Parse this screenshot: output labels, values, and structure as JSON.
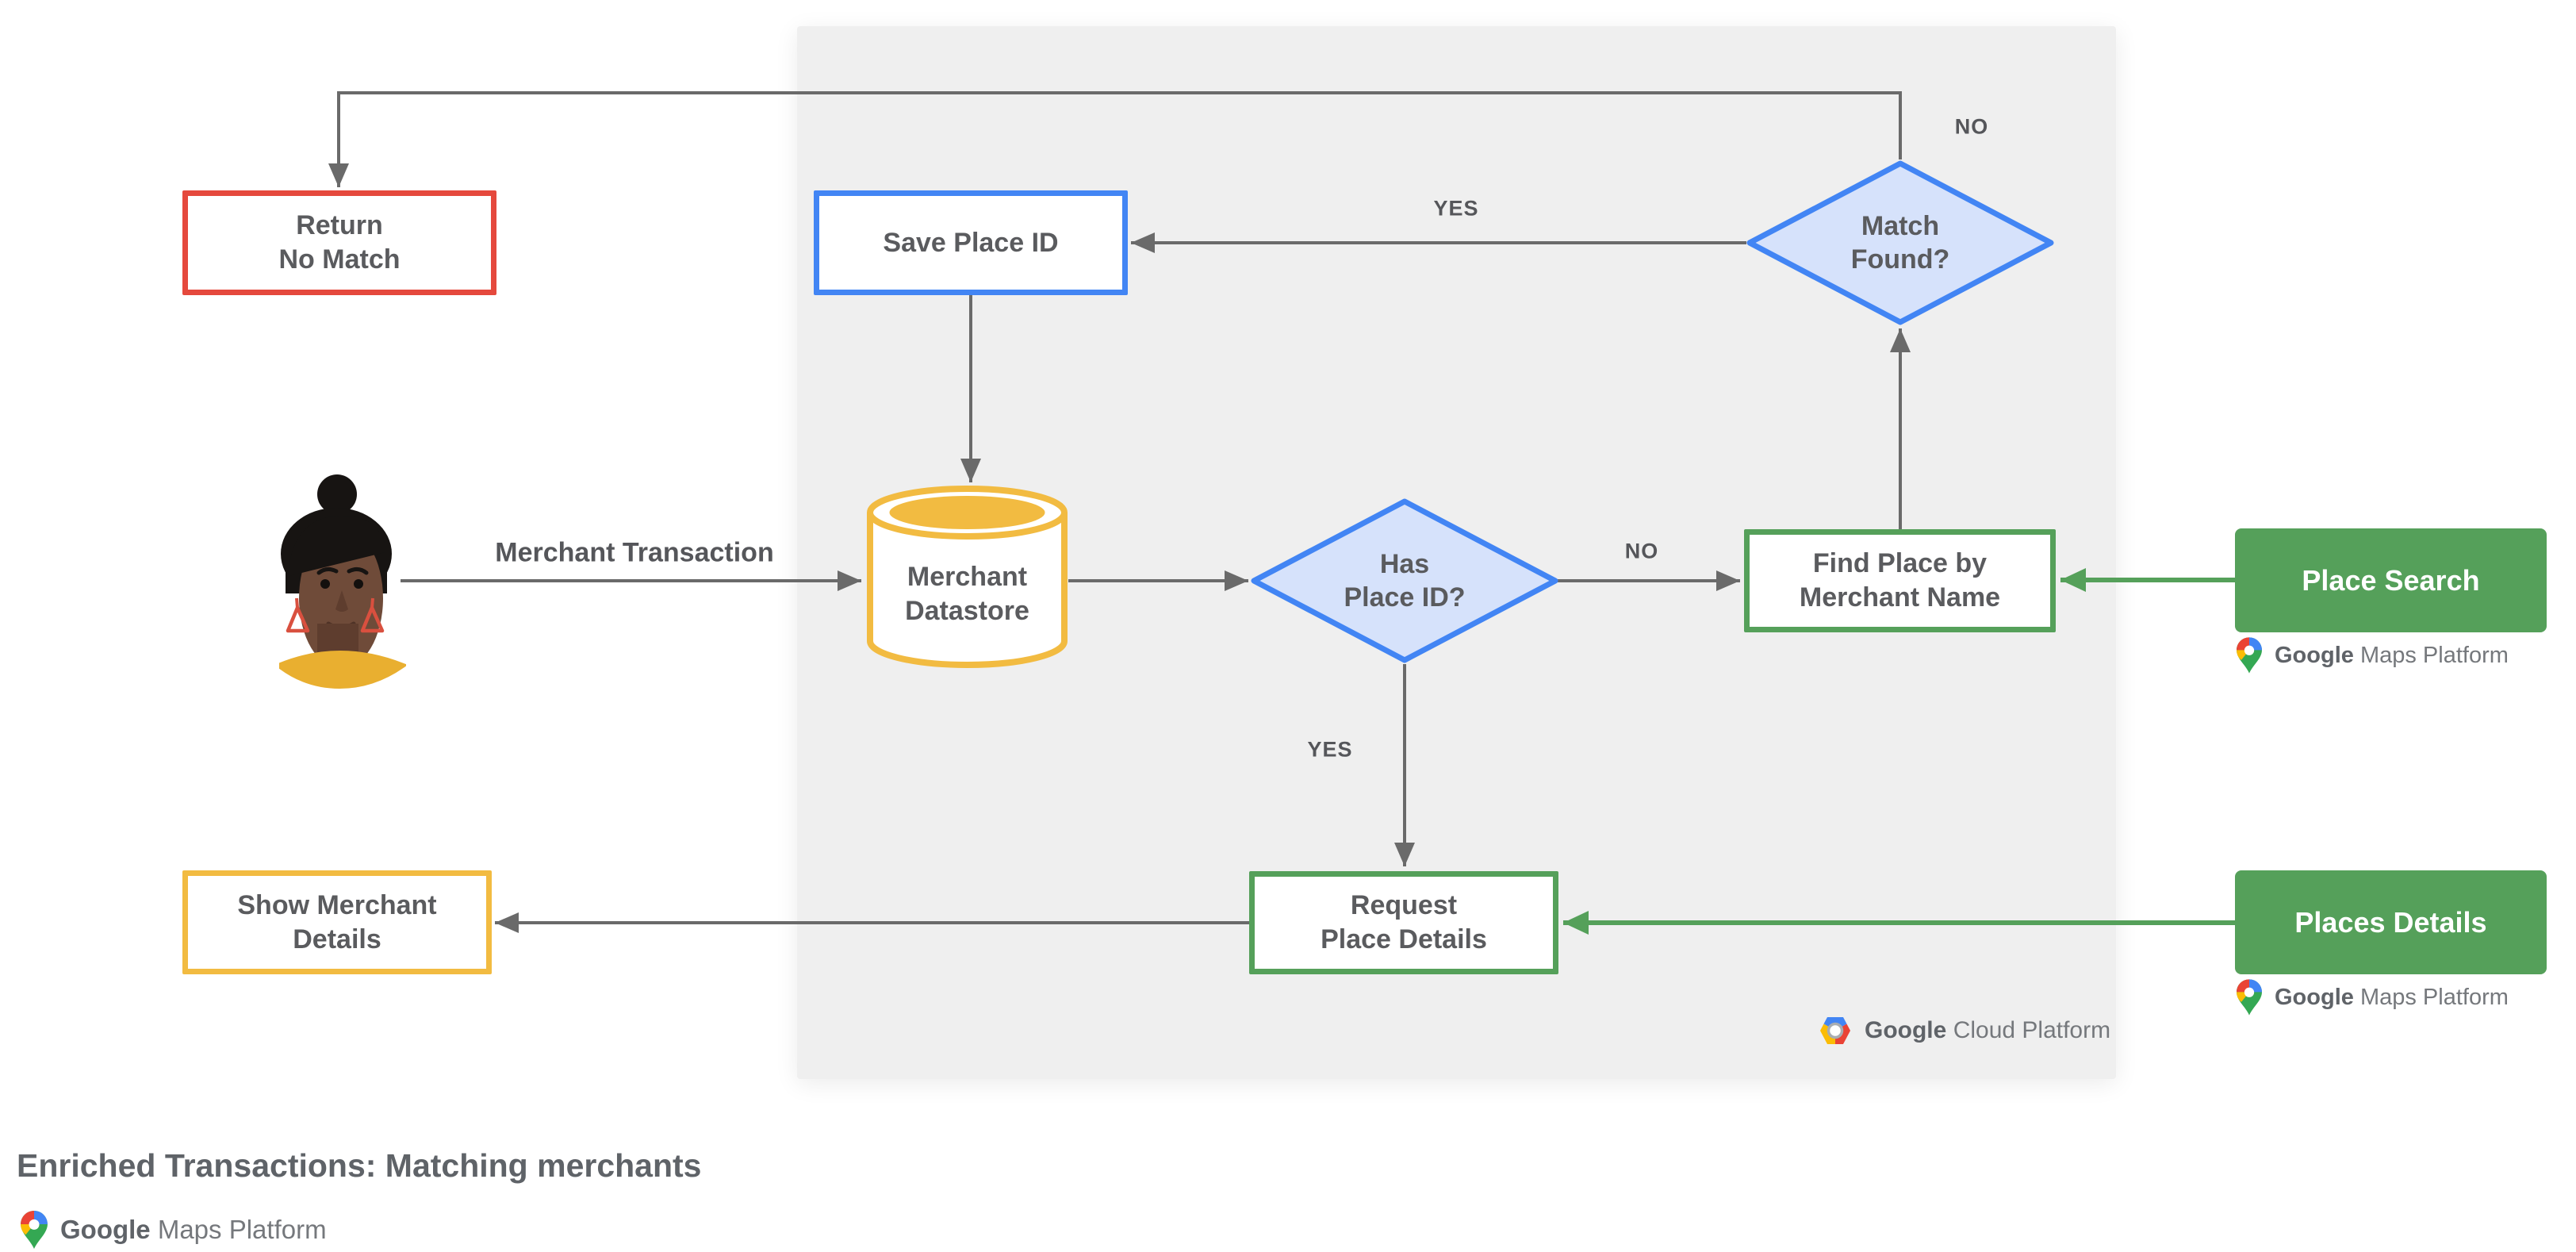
{
  "title": "Enriched Transactions: Matching merchants",
  "colors": {
    "red": "#E5493D",
    "blue": "#4285F4",
    "diamond_fill": "#D6E2FB",
    "yellow": "#F2BB41",
    "green": "#55A05A",
    "line_gray": "#6A6A6A",
    "text_gray": "#5A5B5E",
    "panel": "#EFEFEF"
  },
  "nodes": {
    "return_no_match": {
      "lines": [
        "Return",
        "No Match"
      ]
    },
    "save_place_id": {
      "label": "Save Place ID"
    },
    "match_found": {
      "lines": [
        "Match",
        "Found?"
      ]
    },
    "merchant_datastore": {
      "lines": [
        "Merchant",
        "Datastore"
      ]
    },
    "has_place_id": {
      "lines": [
        "Has",
        "Place ID?"
      ]
    },
    "find_place": {
      "lines": [
        "Find Place by",
        "Merchant Name"
      ]
    },
    "request_place_details": {
      "lines": [
        "Request",
        "Place Details"
      ]
    },
    "show_merchant_details": {
      "lines": [
        "Show Merchant",
        "Details"
      ]
    },
    "place_search": {
      "label": "Place Search"
    },
    "places_details": {
      "label": "Places Details"
    }
  },
  "edge_labels": {
    "merchant_transaction": "Merchant Transaction",
    "yes_to_save": "YES",
    "no_to_return": "NO",
    "no_to_find": "NO",
    "yes_to_request": "YES"
  },
  "logos": {
    "google": "Google",
    "maps_platform": "Maps Platform",
    "cloud_platform": "Cloud Platform"
  }
}
